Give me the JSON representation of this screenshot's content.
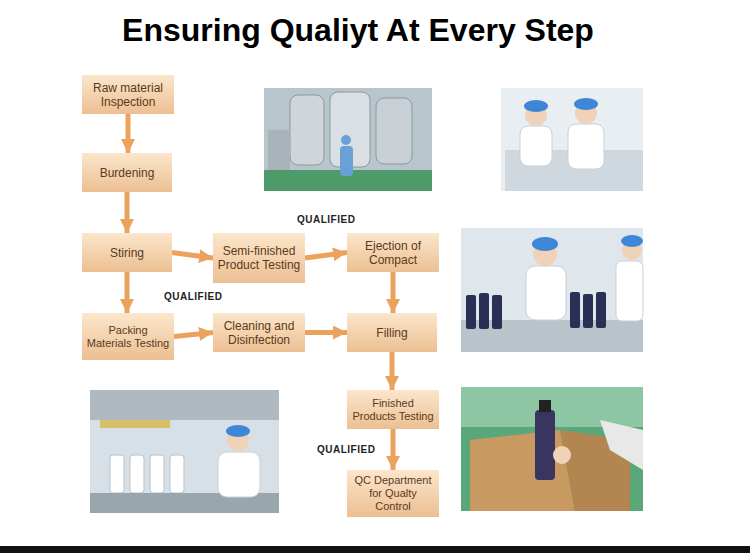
{
  "diagram": {
    "title": "Ensuring Qualiyt At Every Step",
    "nodes": [
      {
        "text": [
          "Raw material Inspection"
        ]
      },
      {
        "text": [
          "Burdening"
        ]
      },
      {
        "text": [
          "Stiring"
        ]
      },
      {
        "text": [
          "Semi-finished Product Testing"
        ]
      },
      {
        "text": [
          "Ejection of Compact"
        ]
      },
      {
        "text": [
          "Packing Materials Testing"
        ]
      },
      {
        "text": [
          "Cleaning and Disinfection"
        ]
      },
      {
        "text": [
          "Filling"
        ]
      },
      {
        "text": [
          "Finished Products Testing"
        ]
      },
      {
        "text": [
          "QC Department for Qualty Control"
        ]
      }
    ],
    "edges": [
      {
        "from": 0,
        "to": 1,
        "arrow": "to"
      },
      {
        "from": 1,
        "to": 2,
        "arrow": "to"
      },
      {
        "from": 2,
        "to": 3,
        "arrow": "to"
      },
      {
        "from": 3,
        "to": 4,
        "arrow": "to",
        "label": "QUALIFIED"
      },
      {
        "from": 2,
        "to": 5,
        "arrow": "to",
        "label": "QUALIFIED"
      },
      {
        "from": 4,
        "to": 7,
        "arrow": "to"
      },
      {
        "from": 5,
        "to": 6,
        "arrow": "to"
      },
      {
        "from": 6,
        "to": 7,
        "arrow": "to"
      },
      {
        "from": 7,
        "to": 8,
        "arrow": "to"
      },
      {
        "from": 8,
        "to": 9,
        "arrow": "to",
        "label": "QUALIFIED"
      }
    ]
  }
}
